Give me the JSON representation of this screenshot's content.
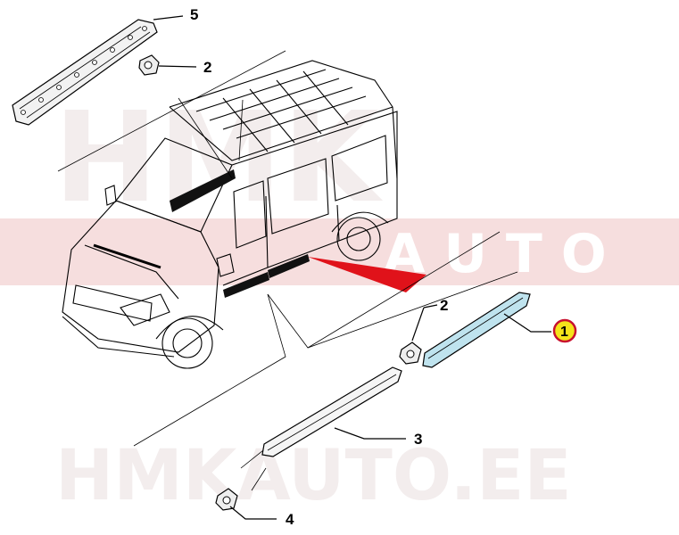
{
  "callouts": [
    {
      "id": "1",
      "label": "1",
      "highlighted": true
    },
    {
      "id": "2a",
      "label": "2"
    },
    {
      "id": "2b",
      "label": "2"
    },
    {
      "id": "3",
      "label": "3"
    },
    {
      "id": "4",
      "label": "4"
    },
    {
      "id": "5",
      "label": "5"
    }
  ],
  "watermark": {
    "top_text": "HMK",
    "band_text": "A U T O",
    "bottom_text": "HMKAUTO.EE"
  },
  "colors": {
    "highlight_fill": "#f5e31a",
    "highlight_stroke": "#c8102e",
    "highlight_part": "#bfe3ee",
    "pointer_wedge": "#e0121a",
    "watermark": "#f3eded",
    "band": "#f6dede"
  }
}
